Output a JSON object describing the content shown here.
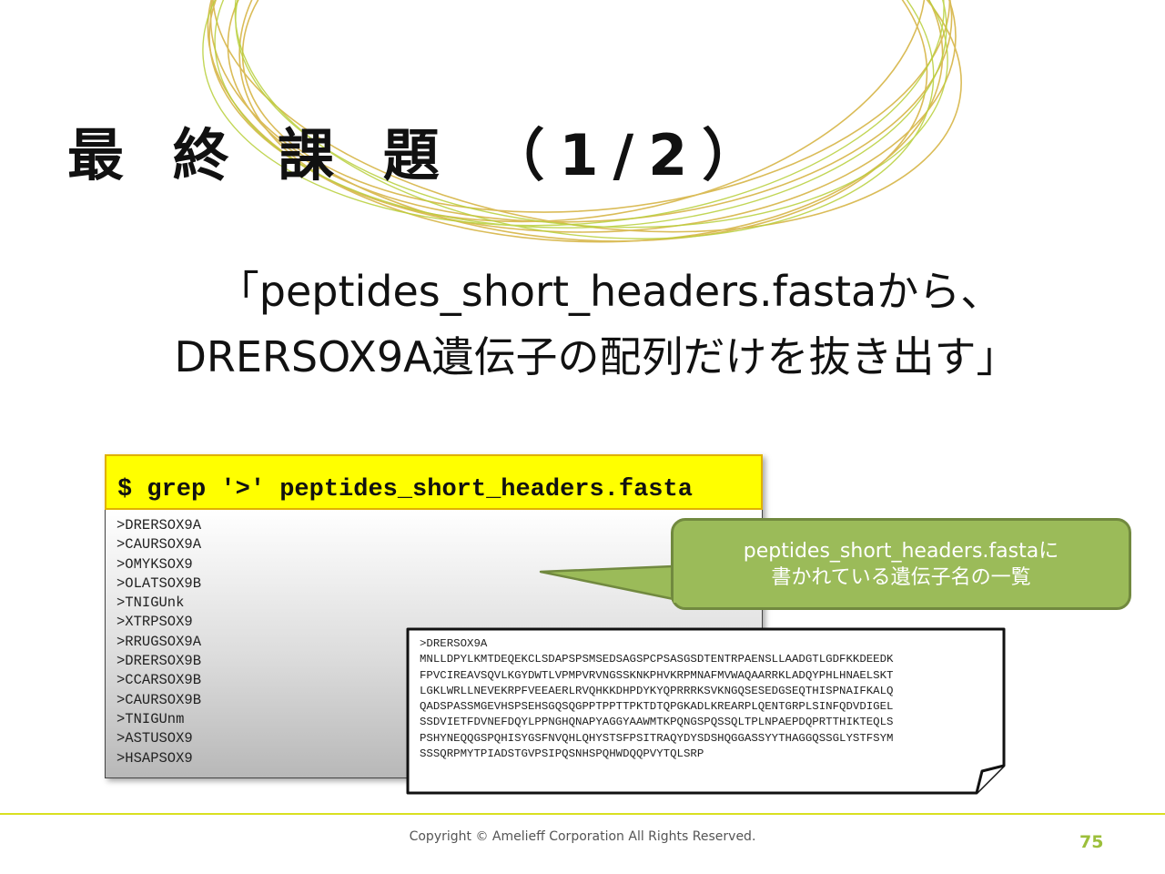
{
  "slide": {
    "title": "最 終 課 題 （1/2）",
    "task_line1": "「peptides_short_headers.fastaから、",
    "task_line2": "DRERSOX9A遺伝子の配列だけを抜き出す」"
  },
  "terminal": {
    "command": "$ grep '>' peptides_short_headers.fasta",
    "output_lines": [
      ">DRERSOX9A",
      ">CAURSOX9A",
      ">OMYKSOX9",
      ">OLATSOX9B",
      ">TNIGUnk",
      ">XTRPSOX9",
      ">RRUGSOX9A",
      ">DRERSOX9B",
      ">CCARSOX9B",
      ">CAURSOX9B",
      ">TNIGUnm",
      ">ASTUSOX9",
      ">HSAPSOX9"
    ]
  },
  "callout": {
    "line1": "peptides_short_headers.fastaに",
    "line2": "書かれている遺伝子名の一覧"
  },
  "sequence_note": {
    "text": ">DRERSOX9A\nMNLLDPYLKMTDEQEKCLSDAPSPSMSEDSAGSPCPSASGSDTENTRPAENSLLAADGTLGDFKKDEEDK\nFPVCIREAVSQVLKGYDWTLVPMPVRVNGSSKNKPHVKRPMNAFMVWAQAARRKLADQYPHLHNAELSKT\nLGKLWRLLNEVEKRPFVEEAERLRVQHKKDHPDYKYQPRRRKSVKNGQSESEDGSEQTHISPNAIFKALQ\nQADSPASSMGEVHSPSEHSGQSQGPPTPPTTPKTDTQPGKADLKREARPLQENTGRPLSINFQDVDIGEL\nSSDVIETFDVNEFDQYLPPNGHQNAPYAGGYAAWMTKPQNGSPQSSQLTPLNPAEPDQPRTTHIKTEQLS\nPSHYNEQQGSPQHISYGSFNVQHLQHYSTSFPSITRAQYDYSDSHQGGASSYYTHAGGQSSGLYSTFSYM\nSSSQRPMYTPIADSTGVPSIPQSNHSPQHWDQQPVYTQLSRP"
  },
  "footer": {
    "copyright": "Copyright © Amelieff Corporation All Rights Reserved.",
    "page_number": "75"
  },
  "colors": {
    "command_bar": "#ffff00",
    "callout_fill": "#9bbb59",
    "callout_border": "#71893f",
    "footer_line": "#d9e021",
    "page_number": "#9cbf3b",
    "decoration_gold": "#d4b13c"
  }
}
